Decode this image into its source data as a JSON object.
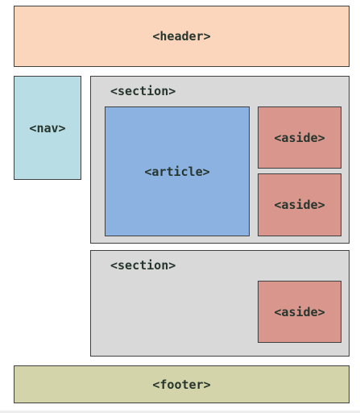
{
  "colors": {
    "header": "#fcd6bc",
    "nav": "#b8dde4",
    "section": "#d9d9d9",
    "article": "#8cb2e1",
    "aside": "#d9968c",
    "footer": "#d4d4aa",
    "label": "#26352d",
    "border": "#404040"
  },
  "diagram": {
    "header": "<header>",
    "nav": "<nav>",
    "section_1": {
      "label": "<section>",
      "article": "<article>",
      "aside_1": "<aside>",
      "aside_2": "<aside>"
    },
    "section_2": {
      "label": "<section>",
      "aside": "<aside>"
    },
    "footer": "<footer>"
  }
}
